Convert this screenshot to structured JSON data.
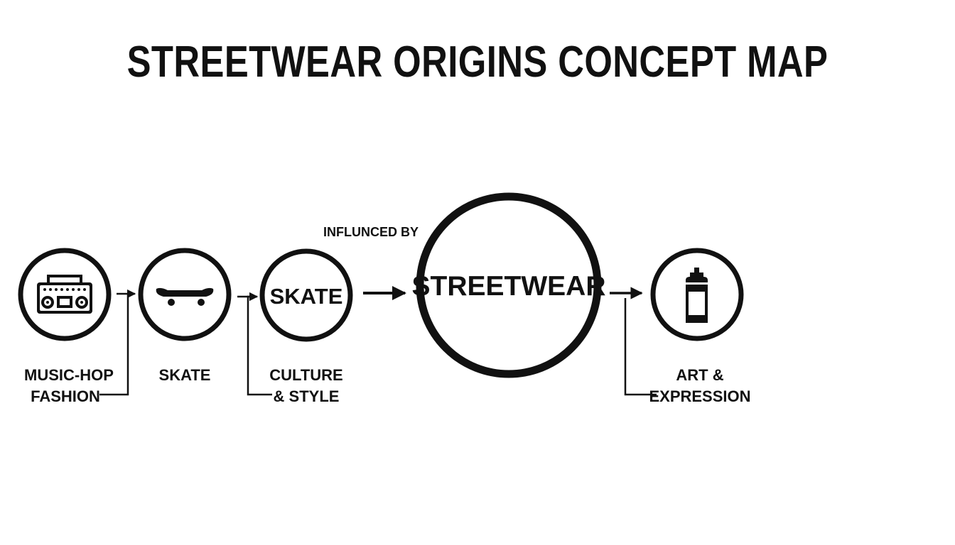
{
  "title": "STREETWEAR ORIGINS CONCEPT MAP",
  "edge_label": "INFLUNCED BY",
  "nodes": {
    "boombox": {
      "icon": "boombox-icon",
      "label_line1": "MUSIC-HOP",
      "label_line2": "FASHION"
    },
    "skateboard": {
      "icon": "skateboard-icon",
      "label": "SKATE"
    },
    "skate_text": {
      "inner_text": "SKATE",
      "label_line1": "CULTURE",
      "label_line2": "& STYLE"
    },
    "center": {
      "inner_text": "STREETWEAR"
    },
    "spray": {
      "icon": "spray-can-icon",
      "label_line1": "ART &",
      "label_line2": "EXPRESSION"
    }
  },
  "colors": {
    "ink": "#111111",
    "background": "#ffffff"
  }
}
